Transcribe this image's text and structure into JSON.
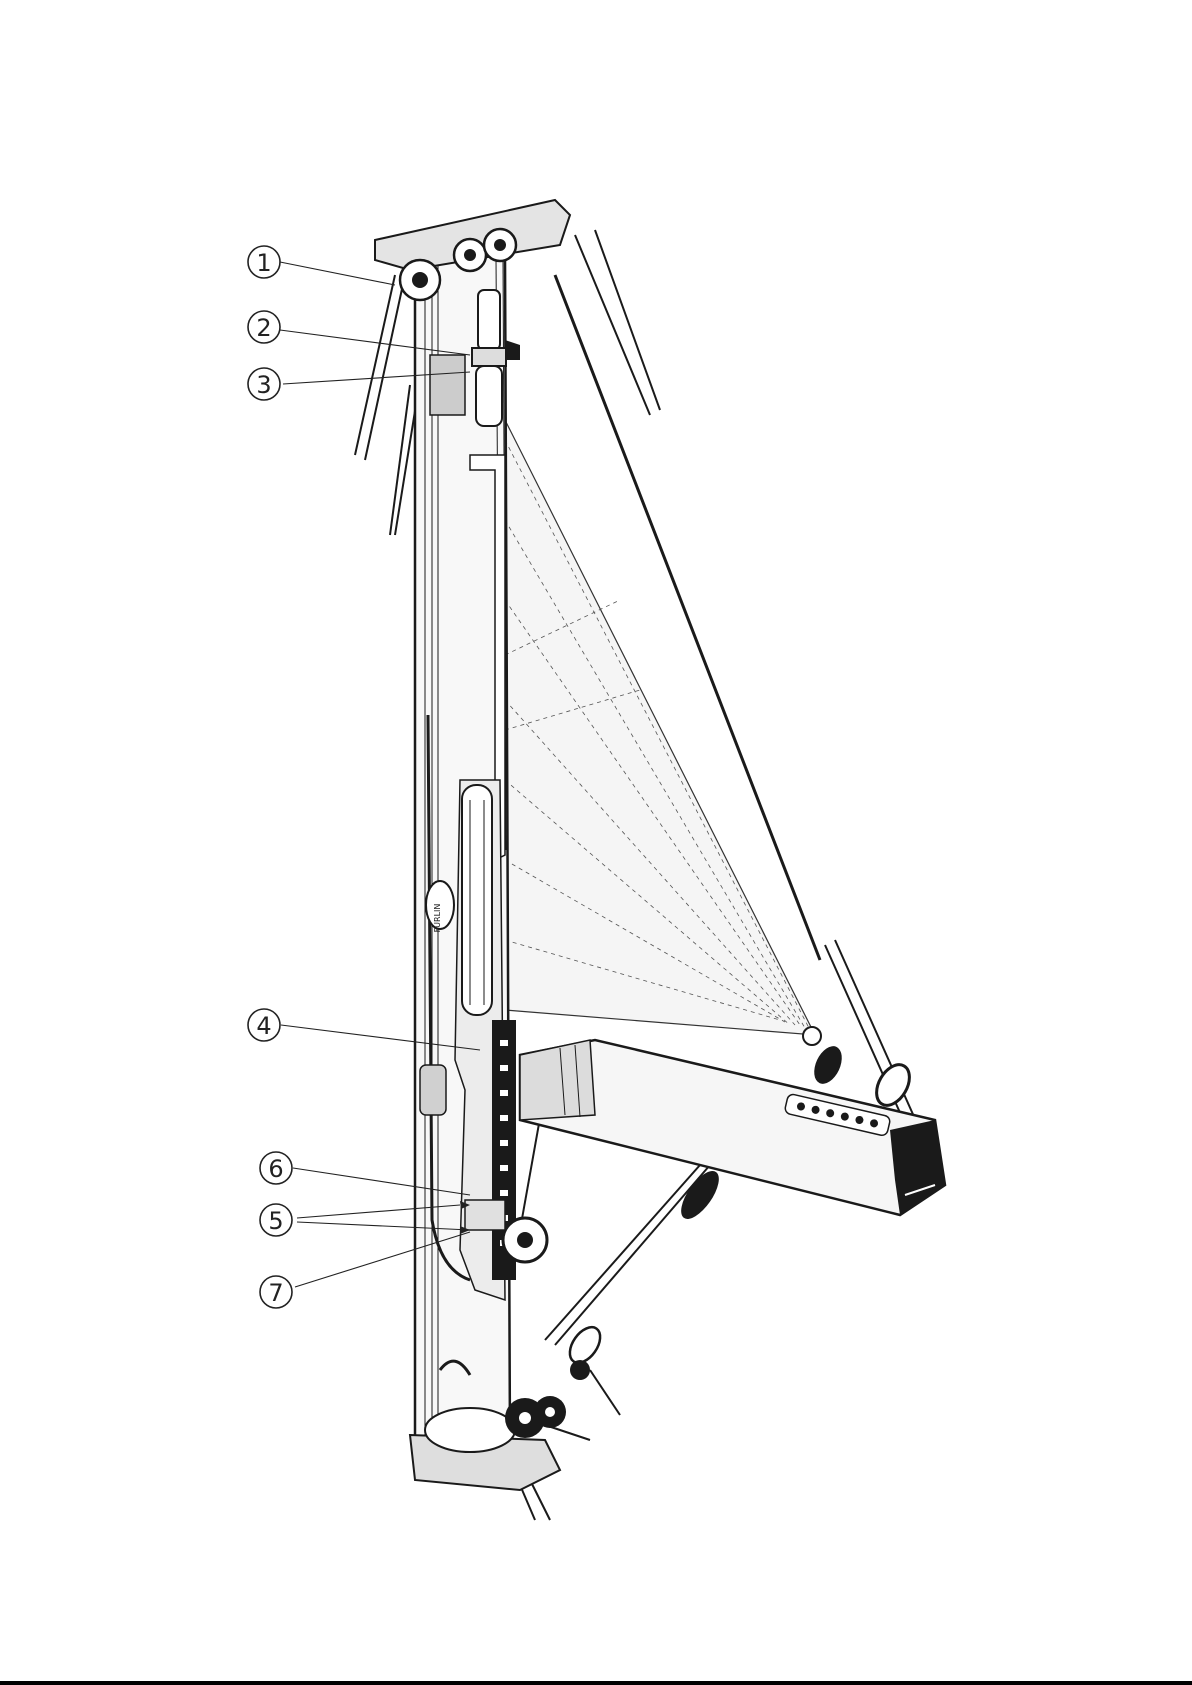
{
  "callouts": [
    {
      "label": "1"
    },
    {
      "label": "2"
    },
    {
      "label": "3"
    },
    {
      "label": "4"
    },
    {
      "label": "5"
    },
    {
      "label": "6"
    },
    {
      "label": "7"
    }
  ],
  "logo": {
    "text": "FURLIN"
  },
  "colors": {
    "ink": "#1a1a1a",
    "paper": "#ffffff",
    "shade": "#f4f4f4"
  }
}
